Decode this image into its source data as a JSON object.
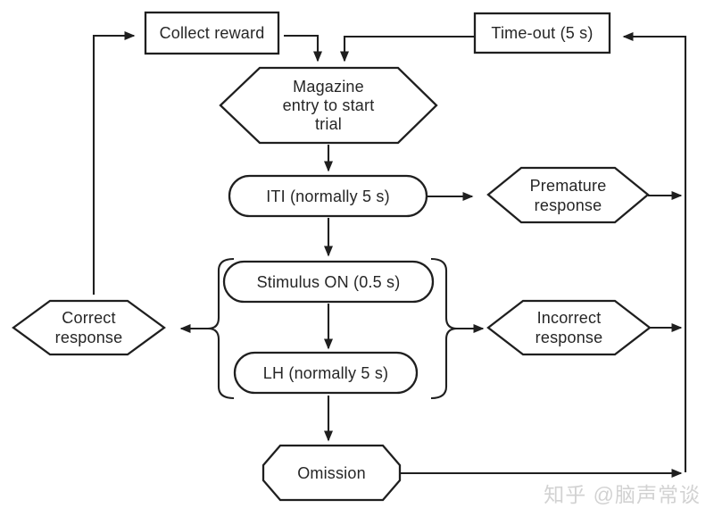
{
  "nodes": {
    "collect_reward": {
      "label": "Collect reward",
      "shape": "rectangle"
    },
    "time_out": {
      "label": "Time-out (5 s)",
      "shape": "rectangle"
    },
    "magazine_entry": {
      "label": "Magazine entry to start trial",
      "lines": [
        "Magazine",
        "entry to start",
        "trial"
      ],
      "shape": "hexagon"
    },
    "iti": {
      "label": "ITI (normally 5 s)",
      "shape": "stadium"
    },
    "premature_response": {
      "label": "Premature response",
      "lines": [
        "Premature",
        "response"
      ],
      "shape": "hexagon"
    },
    "stimulus_on": {
      "label": "Stimulus ON (0.5 s)",
      "shape": "stadium"
    },
    "lh": {
      "label": "LH (normally 5 s)",
      "shape": "stadium"
    },
    "correct_response": {
      "label": "Correct response",
      "lines": [
        "Correct",
        "response"
      ],
      "shape": "hexagon"
    },
    "incorrect_response": {
      "label": "Incorrect response",
      "lines": [
        "Incorrect",
        "response"
      ],
      "shape": "hexagon"
    },
    "omission": {
      "label": "Omission",
      "shape": "octagon"
    }
  },
  "edges": [
    {
      "from": "correct_response",
      "to": "collect_reward"
    },
    {
      "from": "collect_reward",
      "to": "magazine_entry"
    },
    {
      "from": "time_out",
      "to": "magazine_entry"
    },
    {
      "from": "magazine_entry",
      "to": "iti"
    },
    {
      "from": "iti",
      "to": "premature_response"
    },
    {
      "from": "iti",
      "to": "stimulus_on"
    },
    {
      "from": "stimulus_on",
      "to": "lh"
    },
    {
      "from": "stimulus_lh_group",
      "to": "correct_response"
    },
    {
      "from": "stimulus_lh_group",
      "to": "incorrect_response"
    },
    {
      "from": "lh",
      "to": "omission"
    },
    {
      "from": "premature_response",
      "to": "time_out"
    },
    {
      "from": "incorrect_response",
      "to": "time_out"
    },
    {
      "from": "omission",
      "to": "time_out"
    }
  ],
  "watermark": {
    "text": "知乎 @脑声常谈"
  },
  "colors": {
    "line": "#1f1f1f",
    "text": "#262626",
    "fill": "#ffffff",
    "bg": "#ffffff",
    "wm": "#d2d2d2"
  }
}
